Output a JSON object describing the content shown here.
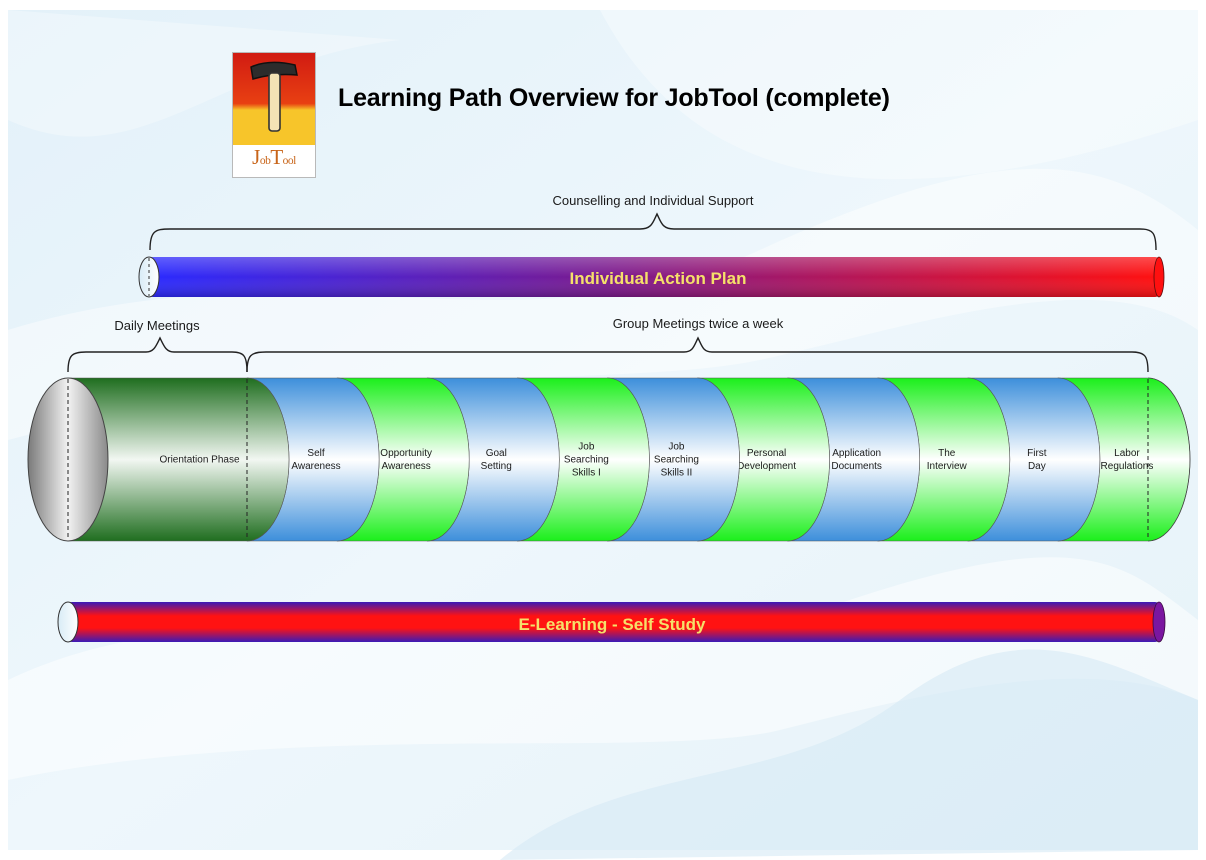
{
  "title": "Learning Path Overview for JobTool (complete)",
  "logo": {
    "icon": "hammer-icon",
    "word_parts": [
      "J",
      "ob",
      "T",
      "ool"
    ],
    "colors": {
      "top": "#d11b12",
      "bottom": "#f7c52a",
      "text": "#c8651a"
    }
  },
  "support": {
    "brace_label": "Counselling and Individual Support",
    "bar_label": "Individual Action Plan",
    "bar_colors": [
      "#2a2aff",
      "#7a1a8f",
      "#ff1010"
    ]
  },
  "meetings": {
    "daily_label": "Daily Meetings",
    "group_label": "Group Meetings twice a week"
  },
  "phases": [
    {
      "id": "orientation",
      "lines": [
        "Orientation Phase"
      ],
      "color": "dark-green"
    },
    {
      "id": "self-awareness",
      "lines": [
        "Self",
        "Awareness"
      ],
      "color": "blue"
    },
    {
      "id": "opportunity-awareness",
      "lines": [
        "Opportunity",
        "Awareness"
      ],
      "color": "green"
    },
    {
      "id": "goal-setting",
      "lines": [
        "Goal",
        "Setting"
      ],
      "color": "blue"
    },
    {
      "id": "job-searching-1",
      "lines": [
        "Job",
        "Searching",
        "Skills I"
      ],
      "color": "green"
    },
    {
      "id": "job-searching-2",
      "lines": [
        "Job",
        "Searching",
        "Skills II"
      ],
      "color": "blue"
    },
    {
      "id": "personal-development",
      "lines": [
        "Personal",
        "Development"
      ],
      "color": "green"
    },
    {
      "id": "application-documents",
      "lines": [
        "Application",
        "Documents"
      ],
      "color": "blue"
    },
    {
      "id": "the-interview",
      "lines": [
        "The",
        "Interview"
      ],
      "color": "green"
    },
    {
      "id": "first-day",
      "lines": [
        "First",
        "Day"
      ],
      "color": "blue"
    },
    {
      "id": "labor-regulations",
      "lines": [
        "Labor",
        "Regulations"
      ],
      "color": "green"
    }
  ],
  "elearning": {
    "bar_label": "E-Learning - Self Study",
    "bar_colors": [
      "#ff1212",
      "#4a16b0"
    ]
  }
}
